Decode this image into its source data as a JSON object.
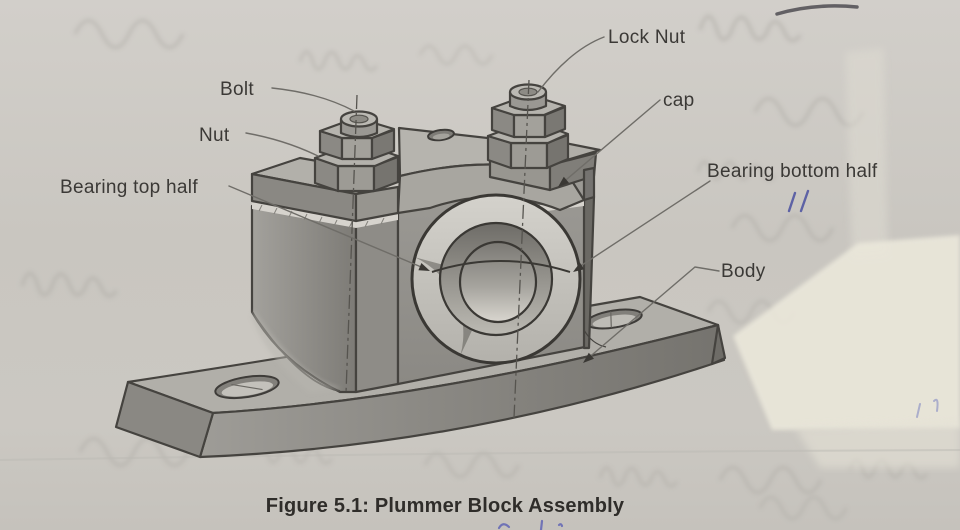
{
  "figure": {
    "caption": "Figure 5.1: Plummer Block Assembly",
    "labels": {
      "bolt": "Bolt",
      "nut": "Nut",
      "bearing_top_half": "Bearing top half",
      "lock_nut": "Lock Nut",
      "cap": "cap",
      "bearing_bottom_half": "Bearing bottom half",
      "body": "Body"
    },
    "colors": {
      "paper": "#cbc8c2",
      "label_ink": "#3b3936",
      "caption_ink": "#2f2d2a",
      "drawing_outline": "#45433f",
      "metal_light": "#c6c4bf",
      "metal_mid": "#96948f",
      "metal_dark": "#6f6d69",
      "pen_blue": "#4a50a0",
      "correction_fluid": "#eae7da"
    },
    "artifacts": {
      "pen_marks": "blue double tick under 'Bearing bottom half' label; dark pen stroke at top-right edge; faint blue marks at bottom centre and bottom right",
      "ghost_text": "faint handwriting showing through the paper",
      "correction_fluid": "cream white-out patches along the right side"
    }
  }
}
